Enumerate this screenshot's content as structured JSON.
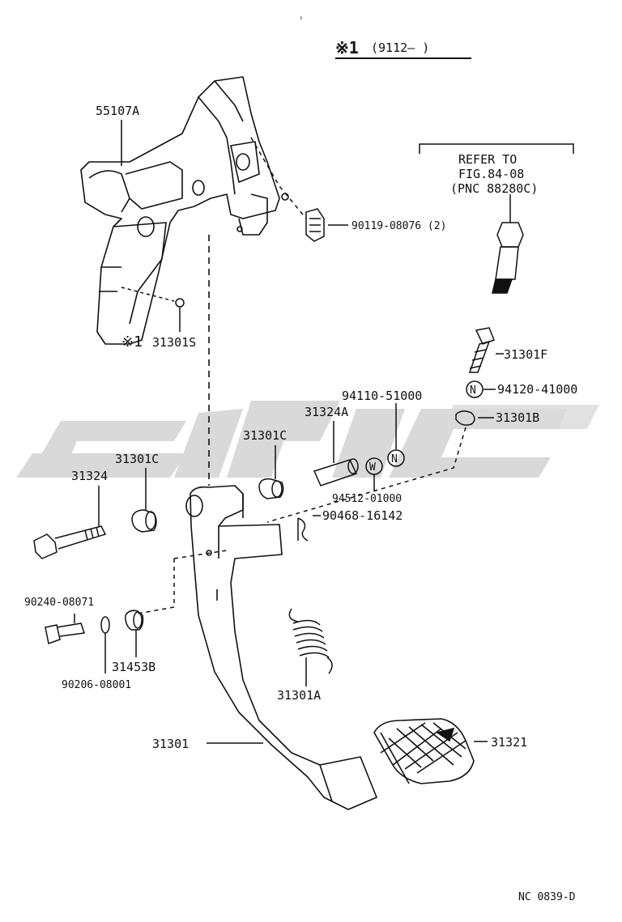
{
  "header": {
    "note_mark": "※1",
    "note_range": "(9112–      )",
    "tick": "ˌ"
  },
  "refer": {
    "line1": "REFER TO",
    "line2": "FIG.84-08",
    "line3": "(PNC 88280C)"
  },
  "labels": {
    "p55107A": "55107A",
    "p90119": "90119-08076 (2)",
    "p31301S_mark": "※1",
    "p31301S": "31301S",
    "p31301F": "31301F",
    "p94110": "94110-51000",
    "p94120": "94120-41000",
    "p31301B": "31301B",
    "p31324A": "31324A",
    "p31301C_a": "31301C",
    "p31301C_b": "31301C",
    "p31324": "31324",
    "p94512": "94512-01000",
    "p90468": "90468-16142",
    "p90240": "90240-08071",
    "p31453B": "31453B",
    "p90206": "90206-08001",
    "p31301A": "31301A",
    "p31301": "31301",
    "p31321": "31321"
  },
  "symbols": {
    "nut_letter": "N",
    "washer_letter": "W"
  },
  "footer": {
    "code": "NC 0839-D"
  },
  "colors": {
    "ink": "#111111",
    "watermark": "#d9d9d9"
  }
}
